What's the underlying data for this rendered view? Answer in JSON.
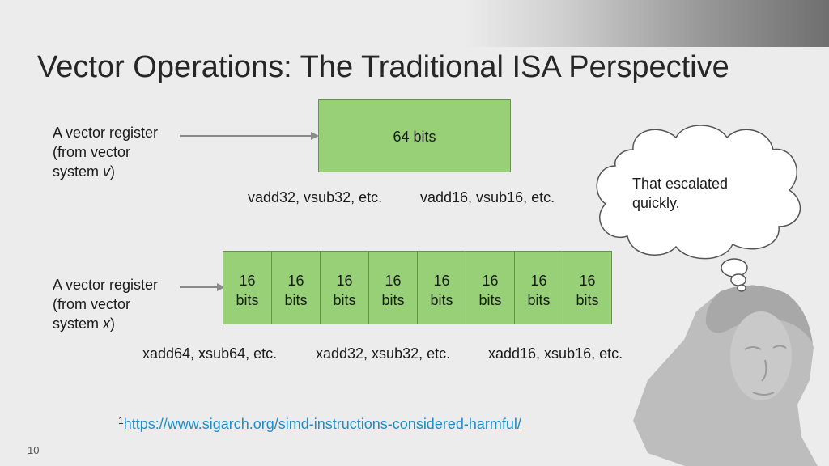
{
  "slide": {
    "title": "Vector Operations: The Traditional ISA Perspective",
    "page_number": "10"
  },
  "register_v": {
    "label_line1": "A vector register",
    "label_line2": "(from vector",
    "label_line3_prefix": "system ",
    "label_line3_var": "v",
    "label_line3_suffix": ")",
    "box_label": "64 bits",
    "ops": [
      "vadd32, vsub32, etc.",
      "vadd16, vsub16, etc."
    ]
  },
  "register_x": {
    "label_line1": "A vector register",
    "label_line2": "(from vector",
    "label_line3_prefix": "system ",
    "label_line3_var": "x",
    "label_line3_suffix": ")",
    "cells": [
      {
        "top": "16",
        "bottom": "bits"
      },
      {
        "top": "16",
        "bottom": "bits"
      },
      {
        "top": "16",
        "bottom": "bits"
      },
      {
        "top": "16",
        "bottom": "bits"
      },
      {
        "top": "16",
        "bottom": "bits"
      },
      {
        "top": "16",
        "bottom": "bits"
      },
      {
        "top": "16",
        "bottom": "bits"
      },
      {
        "top": "16",
        "bottom": "bits"
      }
    ],
    "ops": [
      "xadd64, xsub64, etc.",
      "xadd32, xsub32, etc.",
      "xadd16, xsub16, etc."
    ]
  },
  "thought_bubble": {
    "line1": "That escalated",
    "line2": "quickly."
  },
  "footnote": {
    "marker": "1",
    "link_text": "https://www.sigarch.org/simd-instructions-considered-harmful/"
  },
  "colors": {
    "register_fill": "#97d077",
    "register_border": "#6c8f5a",
    "link": "#1f8cc8",
    "background": "#ececec"
  }
}
